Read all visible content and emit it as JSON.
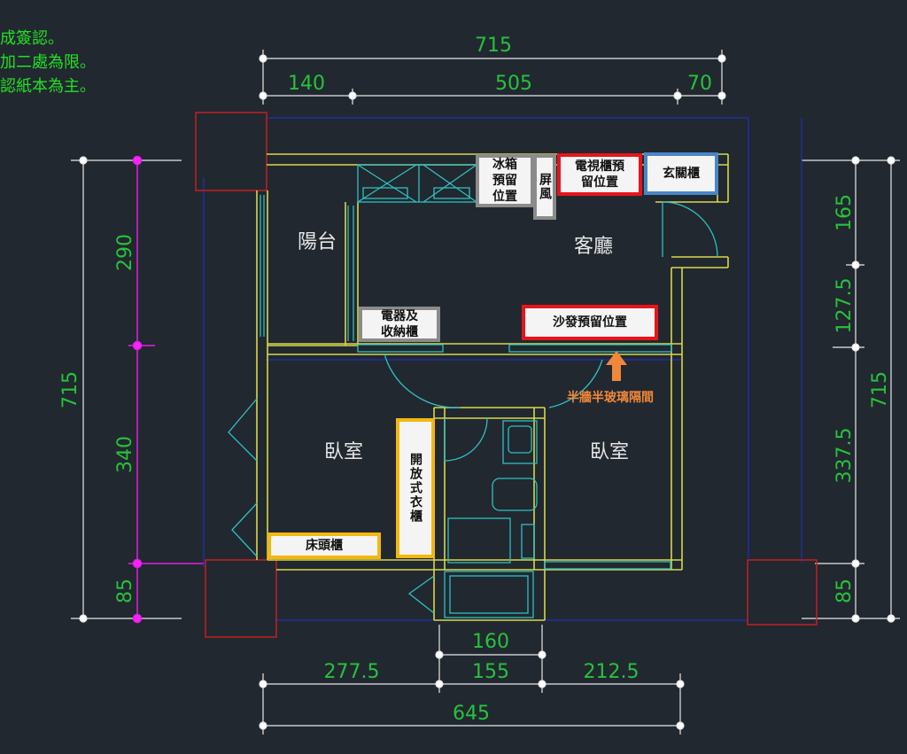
{
  "notes": [
    "成簽認。",
    "加二處為限。",
    "認紙本為主。"
  ],
  "dimensions": {
    "top_total": "715",
    "top_a": "140",
    "top_b": "505",
    "top_c": "70",
    "left_total": "715",
    "left_a": "290",
    "left_b": "340",
    "left_c": "85",
    "right_total": "715",
    "right_a": "165",
    "right_b": "127.5",
    "right_c": "337.5",
    "right_d": "85",
    "bottom_inner": "160",
    "bottom_a": "277.5",
    "bottom_b": "155",
    "bottom_c": "212.5",
    "bottom_total": "645"
  },
  "rooms": {
    "balcony": "陽台",
    "living": "客廳",
    "bedroom_left": "臥室",
    "bedroom_right": "臥室"
  },
  "labels": {
    "fridge": "冰箱\n預留\n位置",
    "screen": "屏風",
    "tv": "電視櫃預\n留位置",
    "entry_cabinet": "玄關櫃",
    "appliance": "電器及\n收納櫃",
    "sofa": "沙發預留位置",
    "wardrobe": "開放式衣櫃",
    "nightstand": "床頭櫃"
  },
  "glass_partition_note": "半牆半玻璃隔間",
  "colors": {
    "background": "#212830",
    "dimension_text": "#27c23a",
    "note_text": "#22e022",
    "wall": "#d8d84a",
    "window": "#2fc0c0",
    "magenta_marker": "#e020e0",
    "label_red": "#e8141c",
    "label_gray": "#8b8b8b",
    "label_blue": "#4a86c8",
    "label_yellow": "#f2b80f",
    "arrow": "#f0883a"
  }
}
